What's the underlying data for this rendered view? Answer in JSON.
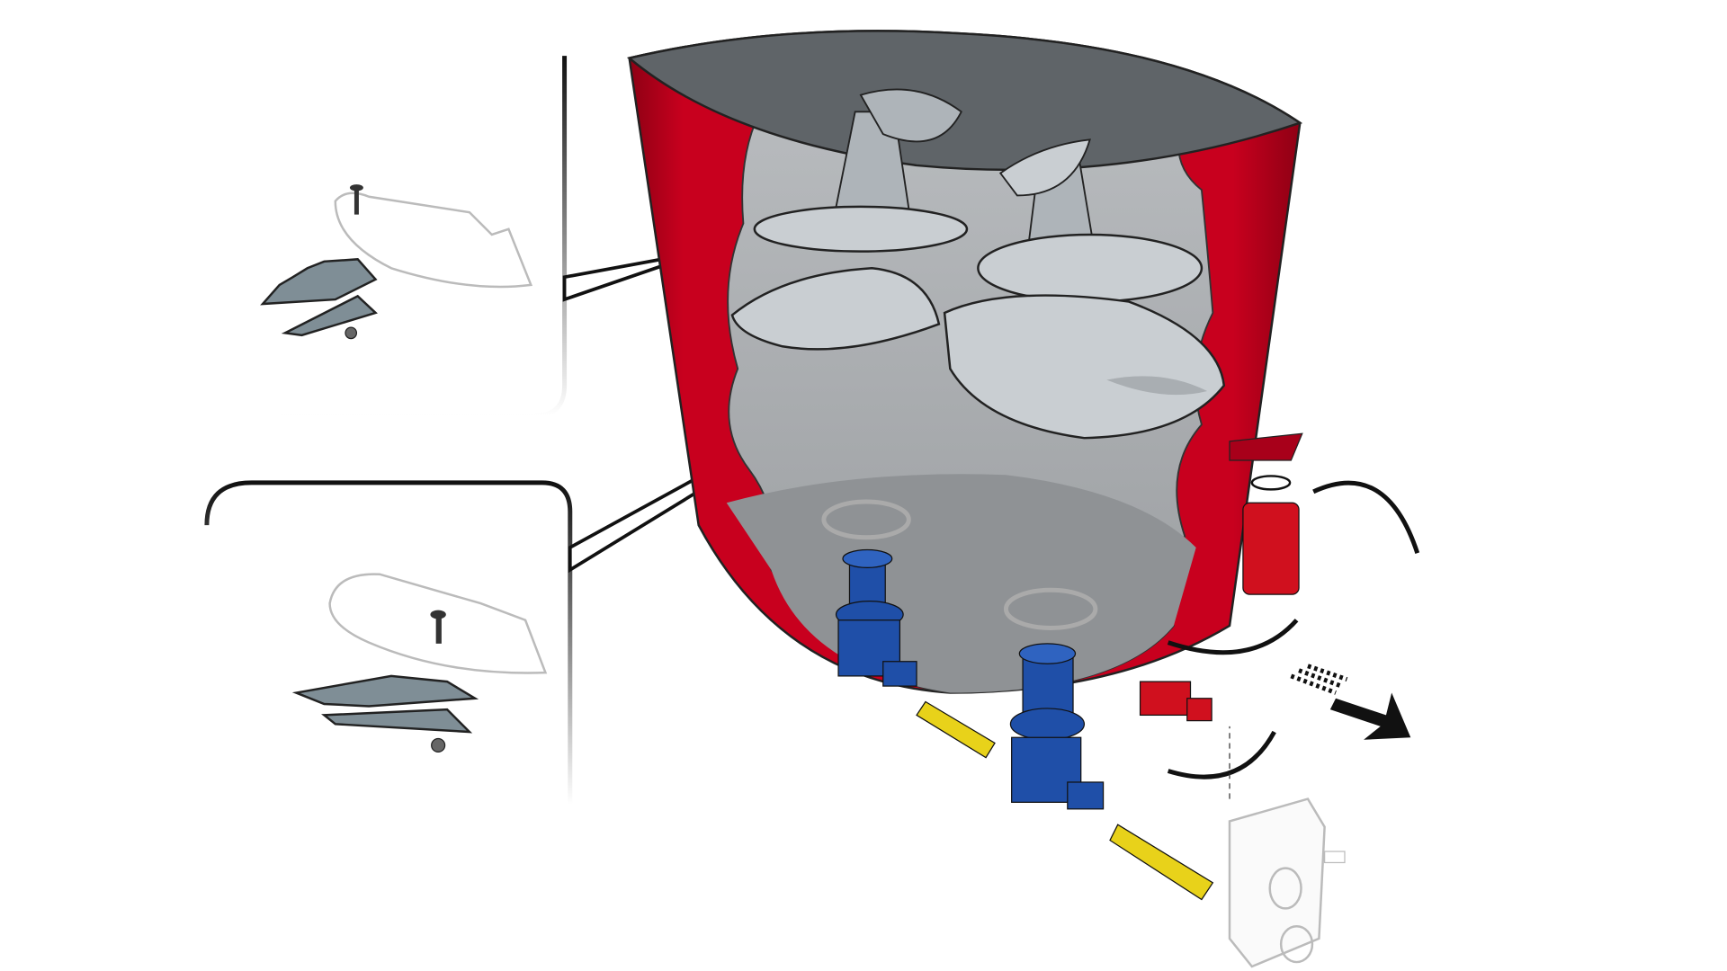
{
  "colors": {
    "tank_red": "#c8001e",
    "tank_red_dark": "#8e0014",
    "interior_gray": "#a9acaf",
    "top_dark": "#5f6468",
    "auger_light": "#c9ced2",
    "gearbox_blue": "#1f4fa8",
    "shaft_yellow": "#e8d21a",
    "hydraulic_red": "#d0101e",
    "knife_gray": "#7f8e96"
  },
  "components": [
    "mixer-tank",
    "vertical-augers",
    "auger-knives",
    "planetary-gearboxes",
    "drive-shafts",
    "hydraulic-unit",
    "main-gearbox",
    "direction-arrow"
  ]
}
